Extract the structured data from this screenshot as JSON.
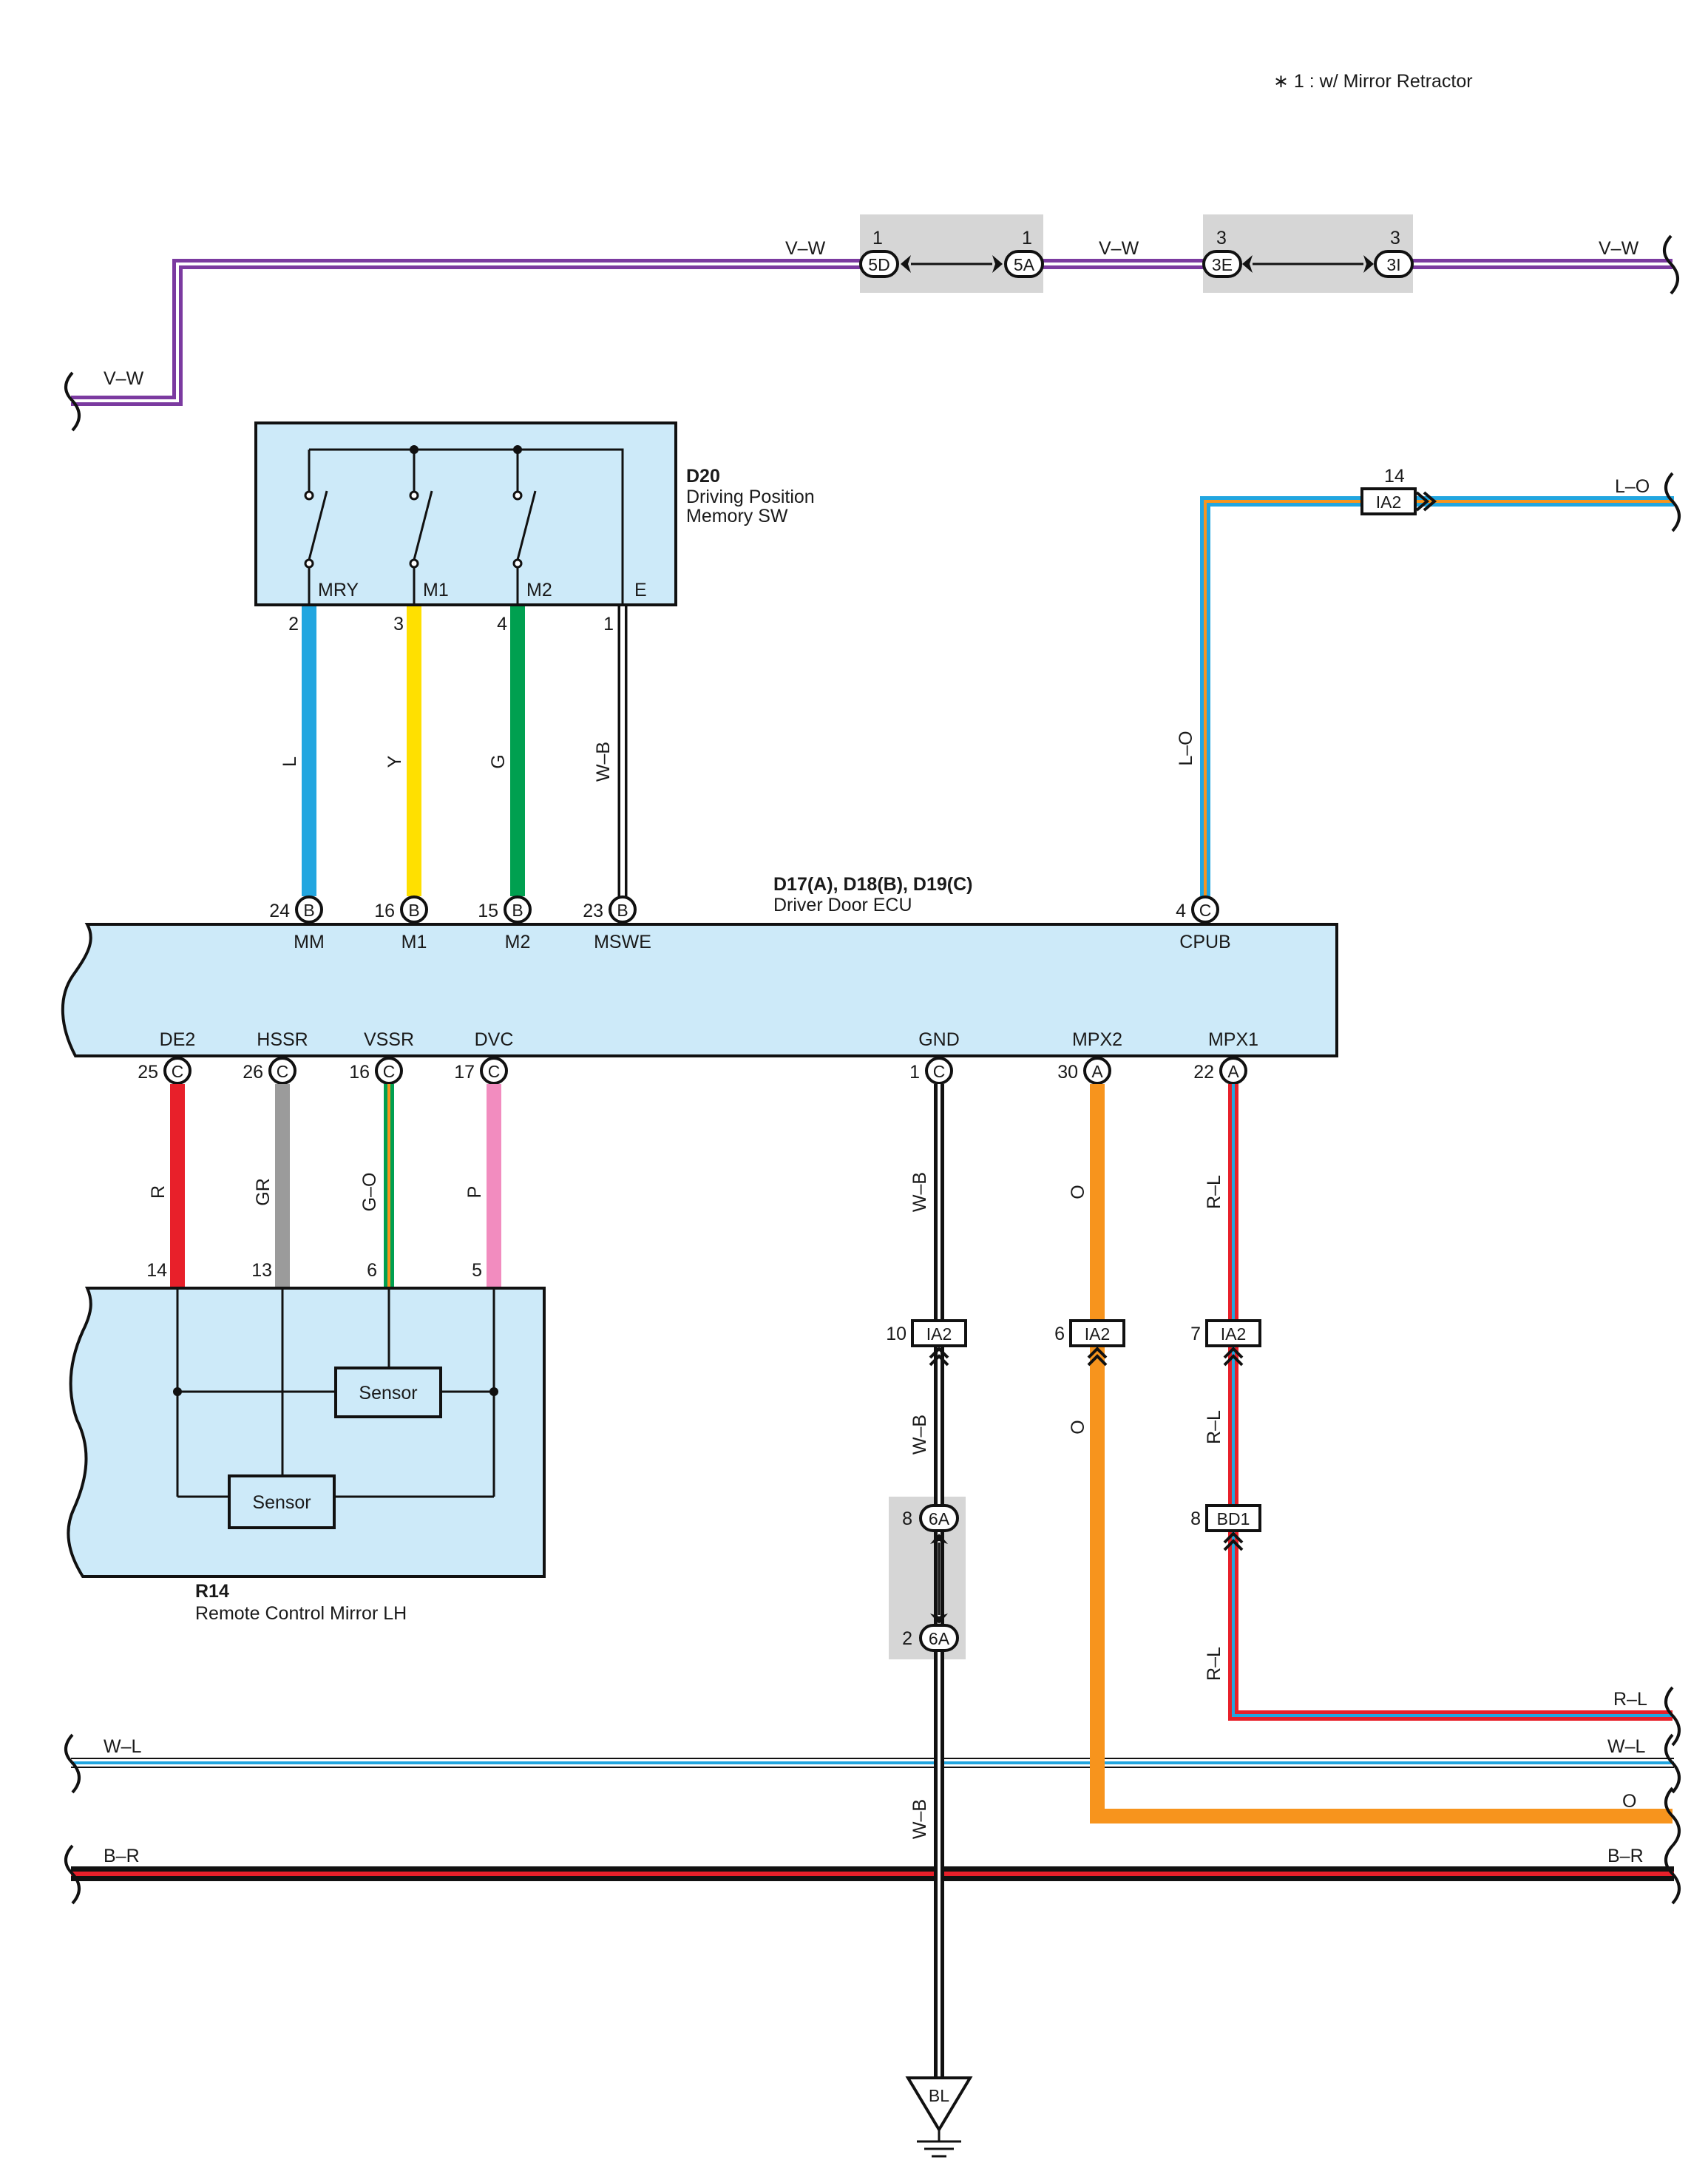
{
  "note": "∗ 1 : w/ Mirror Retractor",
  "colors": {
    "V": "#7b3aa0",
    "L": "#22a6e0",
    "Y": "#ffe000",
    "G": "#00a050",
    "O": "#f7941d",
    "R": "#e8202a",
    "GR": "#9b9b9b",
    "P": "#f28cbf",
    "B": "#111111",
    "W": "#ffffff",
    "box": "#cdeaf9",
    "shade": "#d6d6d6"
  },
  "top_wire": {
    "label_left": "V–W",
    "label_mid1": "V–W",
    "label_mid2": "V–W",
    "label_right": "V–W",
    "conn1": {
      "pin_left": "1",
      "id_left": "5D",
      "pin_right": "1",
      "id_right": "5A"
    },
    "conn2": {
      "pin_left": "3",
      "id_left": "3E",
      "pin_right": "3",
      "id_right": "3I"
    }
  },
  "d20": {
    "code": "D20",
    "name_line1": "Driving Position",
    "name_line2": "Memory SW",
    "terms": [
      "MRY",
      "M1",
      "M2",
      "E"
    ],
    "pins": [
      "2",
      "3",
      "4",
      "1"
    ],
    "wires": [
      "L",
      "Y",
      "G",
      "W–B"
    ]
  },
  "ecu": {
    "code": "D17(A), D18(B), D19(C)",
    "name": "Driver Door ECU",
    "top_pins": [
      {
        "num": "24",
        "conn": "B",
        "term": "MM"
      },
      {
        "num": "16",
        "conn": "B",
        "term": "M1"
      },
      {
        "num": "15",
        "conn": "B",
        "term": "M2"
      },
      {
        "num": "23",
        "conn": "B",
        "term": "MSWE"
      },
      {
        "num": "4",
        "conn": "C",
        "term": "CPUB"
      }
    ],
    "bottom_pins": [
      {
        "num": "25",
        "conn": "C",
        "term": "DE2"
      },
      {
        "num": "26",
        "conn": "C",
        "term": "HSSR"
      },
      {
        "num": "16",
        "conn": "C",
        "term": "VSSR"
      },
      {
        "num": "17",
        "conn": "C",
        "term": "DVC"
      },
      {
        "num": "1",
        "conn": "C",
        "term": "GND"
      },
      {
        "num": "30",
        "conn": "A",
        "term": "MPX2"
      },
      {
        "num": "22",
        "conn": "A",
        "term": "MPX1"
      }
    ]
  },
  "lo_wire": {
    "label_v": "L–O",
    "label_h": "L–O",
    "pin": "14",
    "conn": "IA2"
  },
  "mirror": {
    "code": "R14",
    "name": "Remote Control Mirror LH",
    "pins": [
      "14",
      "13",
      "6",
      "5"
    ],
    "wires": [
      "R",
      "GR",
      "G–O",
      "P"
    ],
    "sensor1": "Sensor",
    "sensor2": "Sensor"
  },
  "gnd_branch": {
    "wire1": "W–B",
    "pin1": "10",
    "conn1": "IA2",
    "wire2": "W–B",
    "pin2": "8",
    "conn2": "6A",
    "pin3": "2",
    "conn3": "6A",
    "wire3": "W–B",
    "ground": "BL"
  },
  "mpx2_branch": {
    "wire1": "O",
    "pin1": "6",
    "conn1": "IA2",
    "wire2": "O",
    "label_h": "O"
  },
  "mpx1_branch": {
    "wire1": "R–L",
    "pin1": "7",
    "conn1": "IA2",
    "wire2": "R–L",
    "pin2": "8",
    "conn2": "BD1",
    "wire3": "R–L",
    "label_h": "R–L"
  },
  "bus": {
    "wl_left": "W–L",
    "wl_right": "W–L",
    "br_left": "B–R",
    "br_right": "B–R"
  }
}
